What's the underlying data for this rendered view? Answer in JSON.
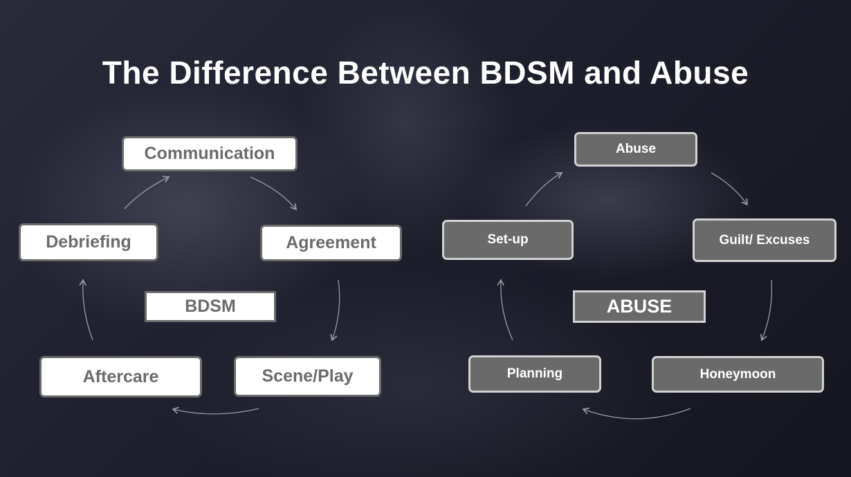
{
  "title": "The Difference Between BDSM and Abuse",
  "bdsm": {
    "center": "BDSM",
    "steps": [
      "Communication",
      "Agreement",
      "Scene/Play",
      "Aftercare",
      "Debriefing"
    ]
  },
  "abuse": {
    "center": "ABUSE",
    "steps": [
      "Abuse",
      "Guilt/ Excuses",
      "Honeymoon",
      "Planning",
      "Set-up"
    ]
  }
}
